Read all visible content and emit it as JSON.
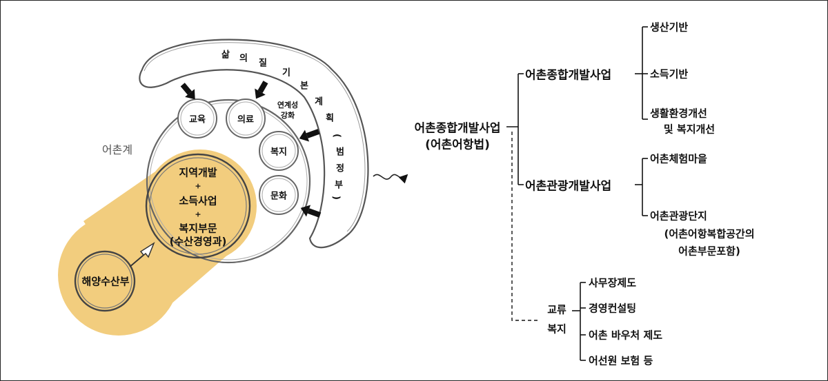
{
  "diagram": {
    "left": {
      "arc_characters": [
        "삶",
        "의",
        "질",
        "기",
        "본",
        "계",
        "획",
        "(",
        "범",
        "정",
        "부",
        ")"
      ],
      "outer_label": "어촌계",
      "small_circles": {
        "education": "교육",
        "medical": "의료",
        "welfare": "복지",
        "culture": "문화"
      },
      "link_label_line1": "연계성",
      "link_label_line2": "강화",
      "core_lines": [
        "지역개발",
        "+",
        "소득사업",
        "+",
        "복지부문",
        "(수산경영과)"
      ],
      "ministry": "해양수산부",
      "highlight_color": "#f2cd7e"
    },
    "right": {
      "root_line1": "어촌종합개발사업",
      "root_line2": "(어촌어항법)",
      "branch_a": {
        "label": "어촌종합개발사업",
        "items": [
          "생산기반",
          "소득기반"
        ],
        "item3_line1": "생활환경개선",
        "item3_line2": "및 복지개선"
      },
      "branch_b": {
        "label": "어촌관광개발사업",
        "item1": "어촌체험마을",
        "item2_line1": "어촌관광단지",
        "item2_line2": "(어촌어항복합공간의",
        "item2_line3": "어촌부문포함)"
      },
      "branch_c": {
        "label_line1": "교류",
        "label_line2": "복지",
        "items": [
          "사무장제도",
          "경영컨설팅",
          "어촌 바우처 제도",
          "어선원 보험 등"
        ]
      }
    }
  }
}
